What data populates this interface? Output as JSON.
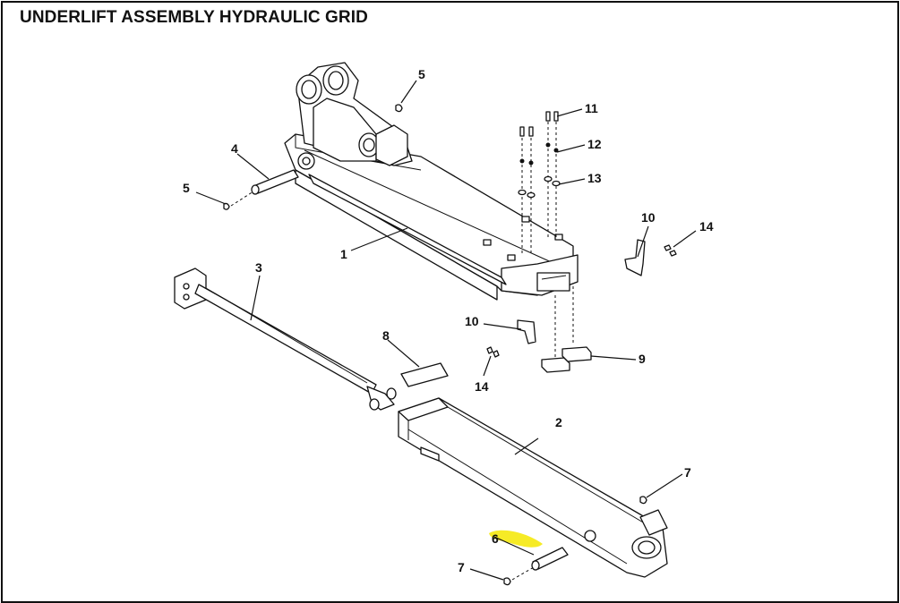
{
  "title": "UNDERLIFT ASSEMBLY HYDRAULIC GRID",
  "highlight_color": "#f5e800",
  "callouts": [
    {
      "id": "c1",
      "text": "1"
    },
    {
      "id": "c2",
      "text": "2"
    },
    {
      "id": "c3",
      "text": "3"
    },
    {
      "id": "c4",
      "text": "4"
    },
    {
      "id": "c5a",
      "text": "5"
    },
    {
      "id": "c5b",
      "text": "5"
    },
    {
      "id": "c6",
      "text": "6"
    },
    {
      "id": "c7a",
      "text": "7"
    },
    {
      "id": "c7b",
      "text": "7"
    },
    {
      "id": "c8",
      "text": "8"
    },
    {
      "id": "c9",
      "text": "9"
    },
    {
      "id": "c10a",
      "text": "10"
    },
    {
      "id": "c10b",
      "text": "10"
    },
    {
      "id": "c11",
      "text": "11"
    },
    {
      "id": "c12",
      "text": "12"
    },
    {
      "id": "c13",
      "text": "13"
    },
    {
      "id": "c14a",
      "text": "14"
    },
    {
      "id": "c14b",
      "text": "14"
    }
  ]
}
